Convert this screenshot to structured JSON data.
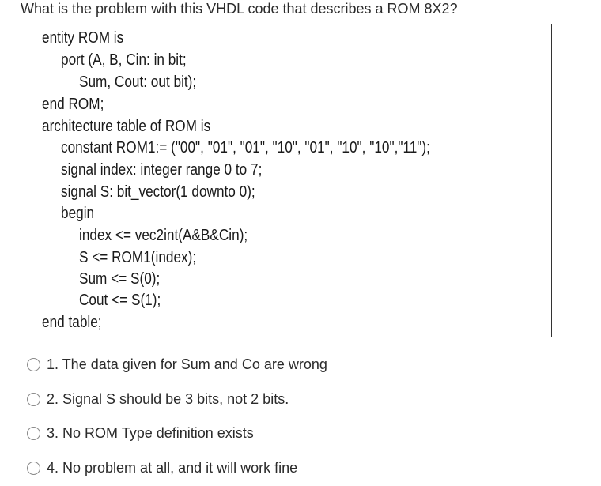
{
  "question": "What is the problem with this VHDL code that describes a ROM 8X2?",
  "code_lines": [
    "entity ROM is",
    "port (A, B, Cin: in bit;",
    "Sum, Cout: out bit);",
    "end ROM;",
    "architecture table of ROM is",
    "constant ROM1:= (\"00\", \"01\", \"01\", \"10\", \"01\", \"10\", \"10\",\"11\");",
    "signal index: integer range 0 to 7;",
    "signal S: bit_vector(1 downto 0);",
    "begin",
    "index <= vec2int(A&B&Cin);",
    "S <= ROM1(index);",
    "Sum <= S(0);",
    "Cout <= S(1);",
    "end table;"
  ],
  "options": [
    "1. The data given for Sum and Co are wrong",
    "2. Signal S should be 3 bits, not 2 bits.",
    "3. No ROM Type definition exists",
    "4. No problem at all, and it will work fine"
  ],
  "selected_option": null
}
